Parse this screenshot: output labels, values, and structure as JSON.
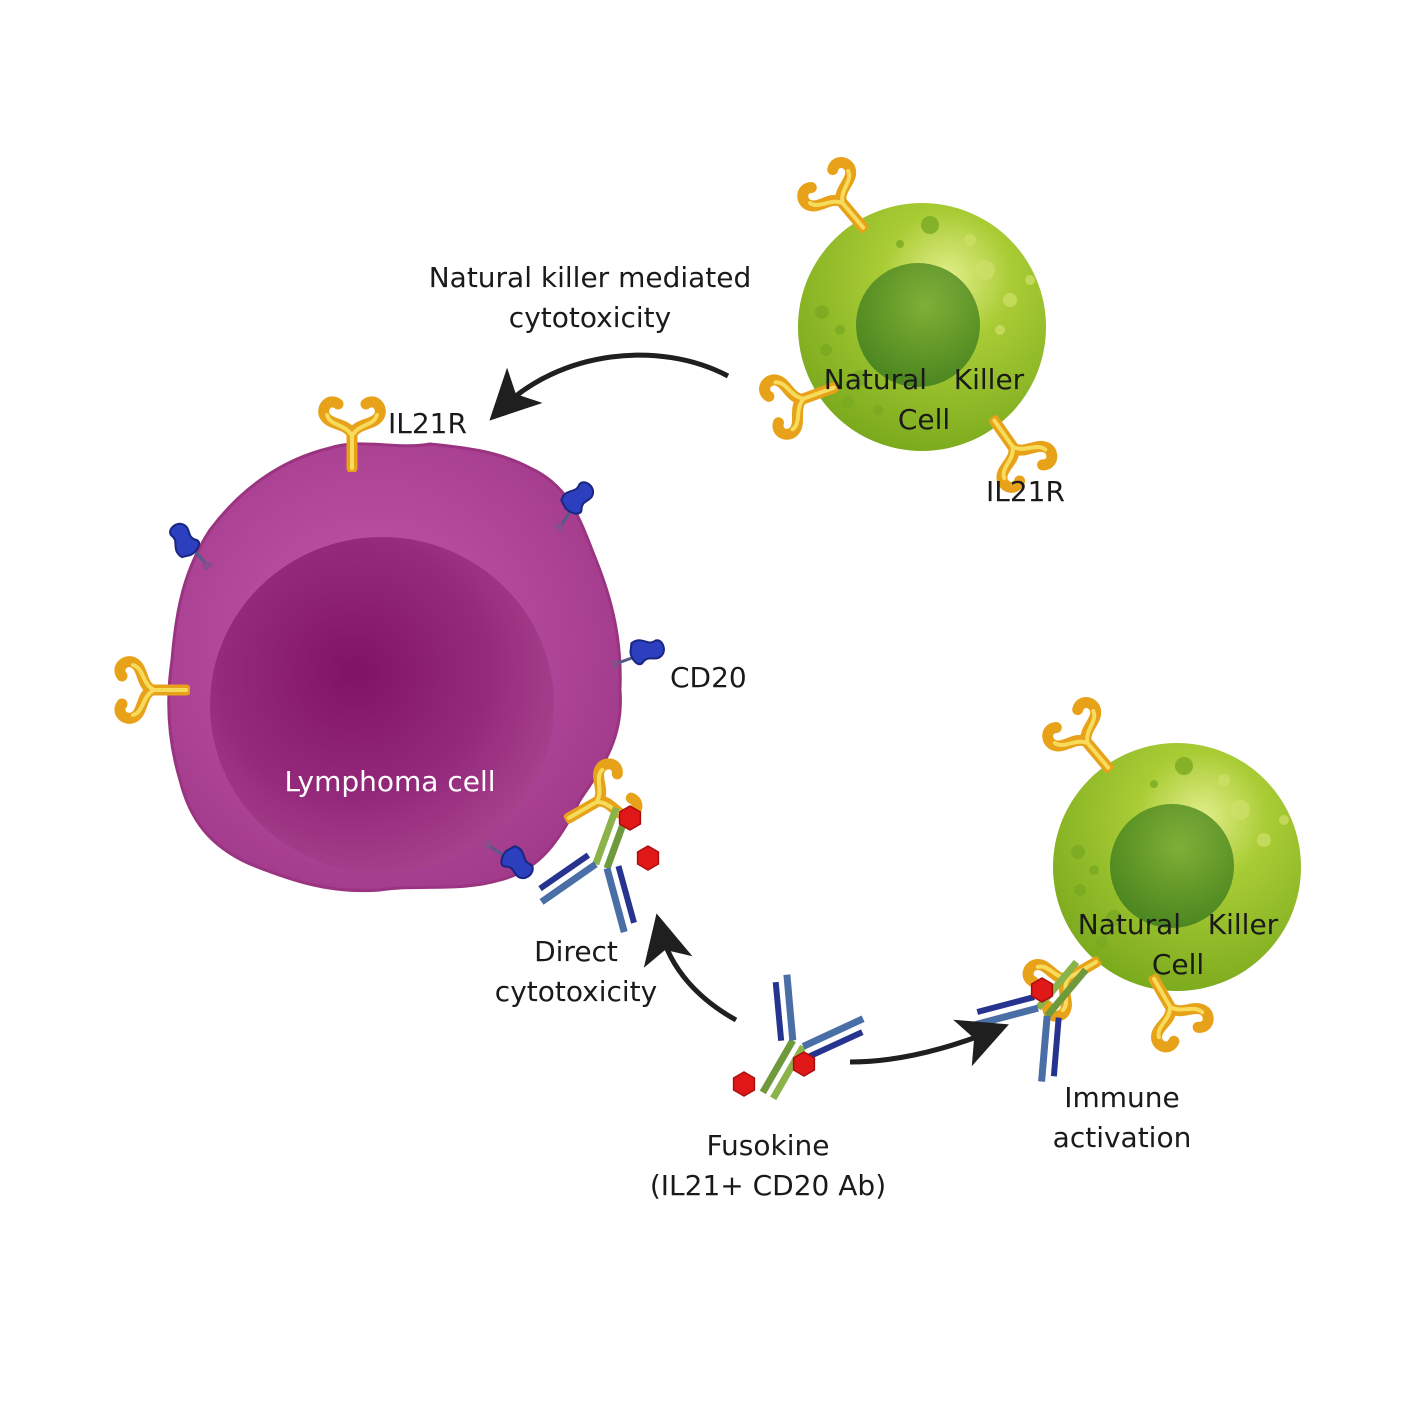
{
  "labels": {
    "nk_mediated": [
      "Natural killer mediated",
      "cytotoxicity"
    ],
    "il21r_lymphoma": "IL21R",
    "nk_cell_top": [
      "Natural   Killer",
      "Cell"
    ],
    "il21r_nk": "IL21R",
    "cd20": "CD20",
    "lymphoma_cell": "Lymphoma cell",
    "direct_cytotoxicity": [
      "Direct",
      "cytotoxicity"
    ],
    "nk_cell_bottom": [
      "Natural   Killer",
      "Cell"
    ],
    "fusokine": [
      "Fusokine",
      "(IL21+ CD20 Ab)"
    ],
    "immune_activation": [
      "Immune",
      "activation"
    ]
  },
  "colors": {
    "lymphoma_body": "#b4449a",
    "lymphoma_nucleus": "#8e1f72",
    "nk_body": "#8fbb22",
    "nk_nucleus": "#4e8a1e",
    "il21r": "#e8a21a",
    "cd20": "#2b3fbf",
    "il21": "#e01818",
    "antibody_green": "#6f9a3c",
    "antibody_blue": "#27348f",
    "arrow": "#1f1f1f"
  },
  "icons": [
    "il21r-receptor-icon",
    "cd20-antigen-icon",
    "antibody-icon",
    "il21-cytokine-icon"
  ]
}
